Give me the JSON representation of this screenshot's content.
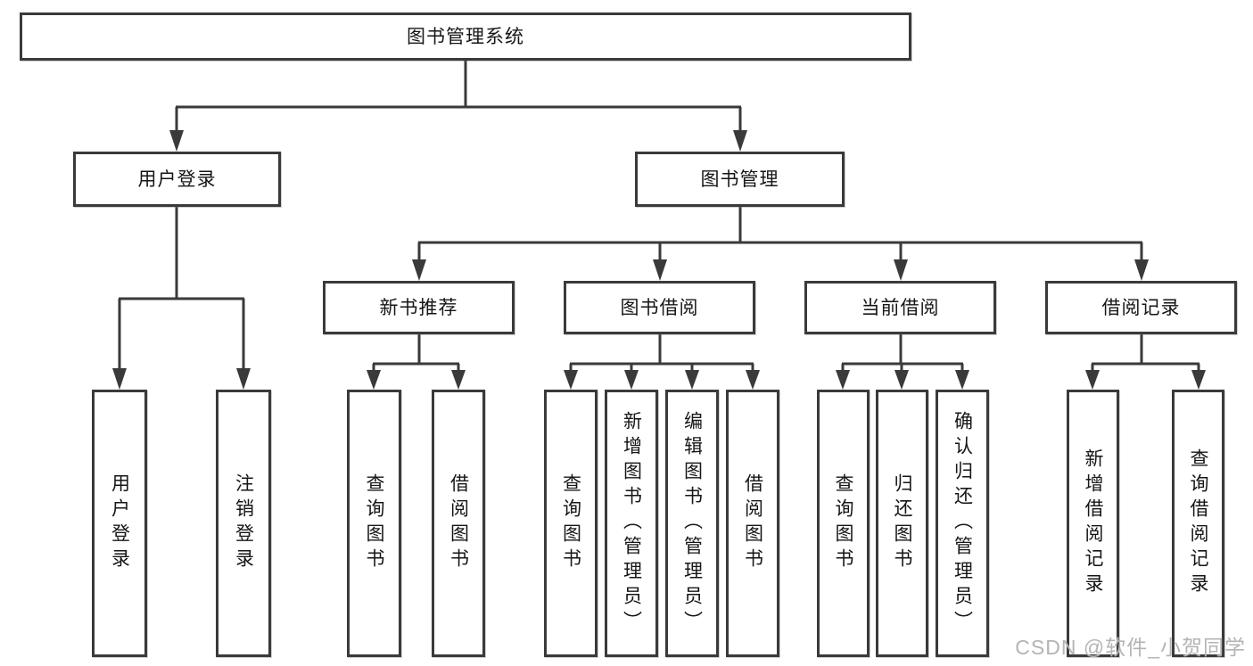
{
  "tree": {
    "label": "图书管理系统",
    "children": [
      {
        "label": "用户登录",
        "children": [
          {
            "label": "用户登录"
          },
          {
            "label": "注销登录"
          }
        ]
      },
      {
        "label": "图书管理",
        "children": [
          {
            "label": "新书推荐",
            "children": [
              {
                "label": "查询图书"
              },
              {
                "label": "借阅图书"
              }
            ]
          },
          {
            "label": "图书借阅",
            "children": [
              {
                "label": "查询图书"
              },
              {
                "label": "新增图书（管理员）"
              },
              {
                "label": "编辑图书（管理员）"
              },
              {
                "label": "借阅图书"
              }
            ]
          },
          {
            "label": "当前借阅",
            "children": [
              {
                "label": "查询图书"
              },
              {
                "label": "归还图书"
              },
              {
                "label": "确认归还（管理员）"
              }
            ]
          },
          {
            "label": "借阅记录",
            "children": [
              {
                "label": "新增借阅记录"
              },
              {
                "label": "查询借阅记录"
              }
            ]
          }
        ]
      }
    ]
  },
  "watermark": "CSDN @软件_小贺同学",
  "colors": {
    "line": "#3a3a3a",
    "text": "#161616",
    "watermark": "#b4b4b4",
    "bg": "#ffffff"
  }
}
